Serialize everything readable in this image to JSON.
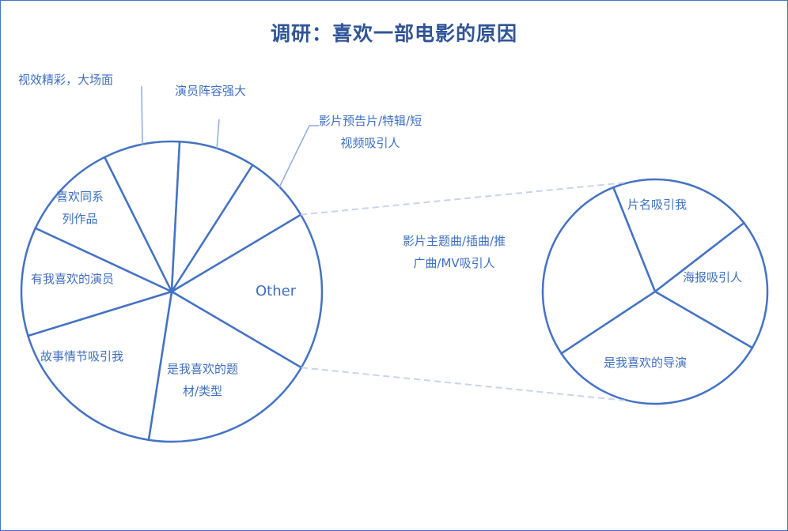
{
  "chart_data": {
    "type": "pie-of-pie",
    "title": "调研：喜欢一部电影的原因",
    "unit": "percent (estimated)",
    "main_pie": [
      {
        "label": "Other",
        "value": 17.0
      },
      {
        "label": "是我喜欢的题材/类型",
        "value": 19.0
      },
      {
        "label": "故事情节吸引我",
        "value": 17.8
      },
      {
        "label": "有我喜欢的演员",
        "value": 11.7
      },
      {
        "label": "喜欢同系列作品",
        "value": 10.7
      },
      {
        "label": "视效精彩，大场面",
        "value": 8.2
      },
      {
        "label": "演员阵容强大",
        "value": 8.2
      },
      {
        "label": "影片预告片/特辑/短视频吸引人",
        "value": 7.4
      }
    ],
    "secondary_pie": [
      {
        "label": "片名吸引我",
        "value": 3.5
      },
      {
        "label": "海报吸引人",
        "value": 3.2
      },
      {
        "label": "是我喜欢的导演",
        "value": 5.5
      },
      {
        "label": "影片主题曲/插曲/推广曲/MV吸引人",
        "value": 4.8
      }
    ],
    "labels": {
      "other": "Other",
      "topic_1": "是我喜欢的题",
      "topic_2": "材/类型",
      "story": "故事情节吸引我",
      "actor": "有我喜欢的演员",
      "series_1": "喜欢同系",
      "series_2": "列作品",
      "visual": "视效精彩，大场面",
      "cast": "演员阵容强大",
      "trailer_1": "影片预告片/特辑/短",
      "trailer_2": "视频吸引人",
      "name": "片名吸引我",
      "poster": "海报吸引人",
      "director": "是我喜欢的导演",
      "song_1": "影片主题曲/插曲/推",
      "song_2": "广曲/MV吸引人"
    },
    "colors": {
      "stroke": "#4472c4",
      "fill": "#ffffff",
      "title": "#2f5597",
      "connector": "#c9d3ec"
    }
  }
}
